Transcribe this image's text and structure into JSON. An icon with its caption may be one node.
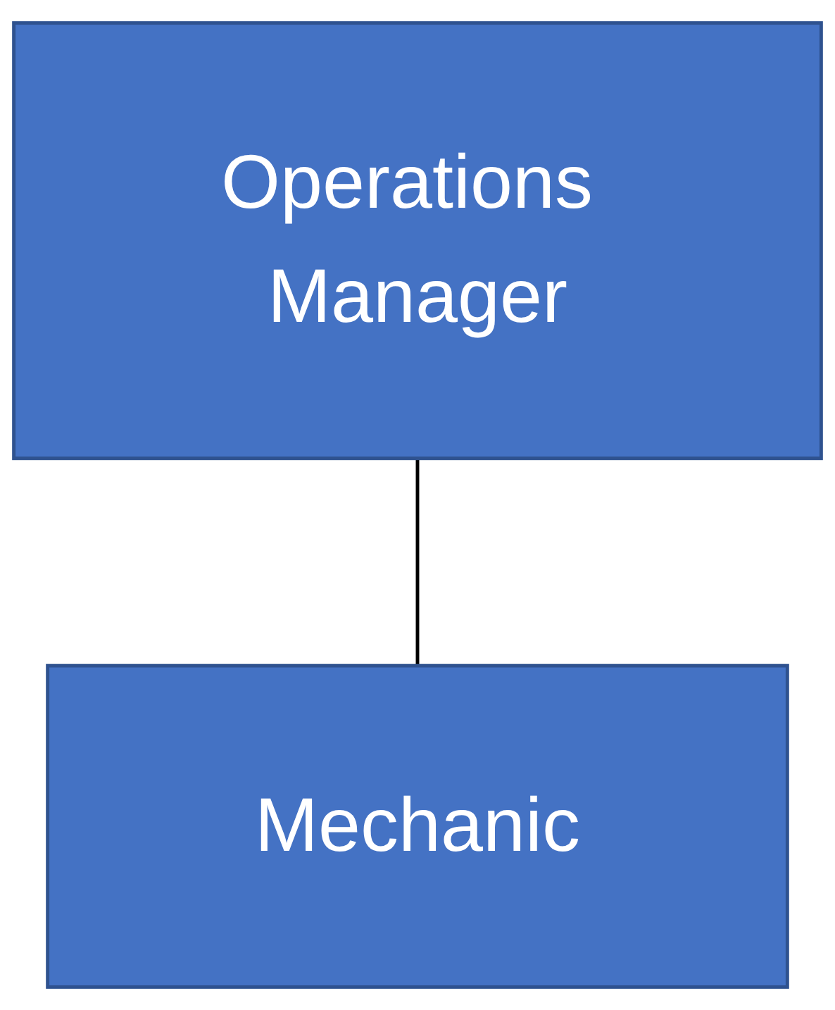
{
  "diagram": {
    "nodes": [
      {
        "text": [
          "Operations Manager"
        ]
      },
      {
        "text": [
          "Mechanic"
        ]
      }
    ],
    "edges": [
      {
        "from": 0,
        "to": 1,
        "arrow": "none"
      }
    ]
  }
}
